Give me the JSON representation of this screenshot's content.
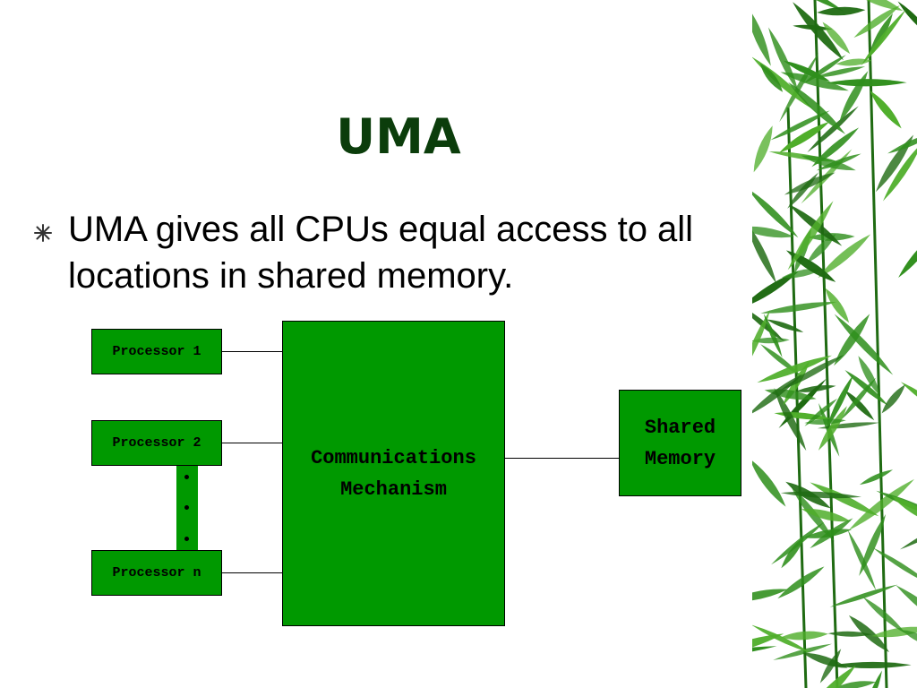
{
  "slide": {
    "title": "UMA",
    "bullet": {
      "icon": "asterisk-bullet-icon",
      "text": "UMA gives all CPUs equal access to all locations in shared memory."
    }
  },
  "diagram": {
    "processors": [
      {
        "label": "Processor 1"
      },
      {
        "label": "Processor 2"
      },
      {
        "label": "Processor n"
      }
    ],
    "ellipsis": "vertical-dots",
    "communications": "Communications\nMechanism",
    "memory": "Shared\nMemory"
  },
  "decoration": {
    "side_art": "bamboo-leaves-image",
    "colors": {
      "title": "#0b3d0b",
      "box_fill": "#009900",
      "leaf_dark": "#1f6b12",
      "leaf_mid": "#2f8f1c",
      "leaf_light": "#4fae2a"
    }
  }
}
